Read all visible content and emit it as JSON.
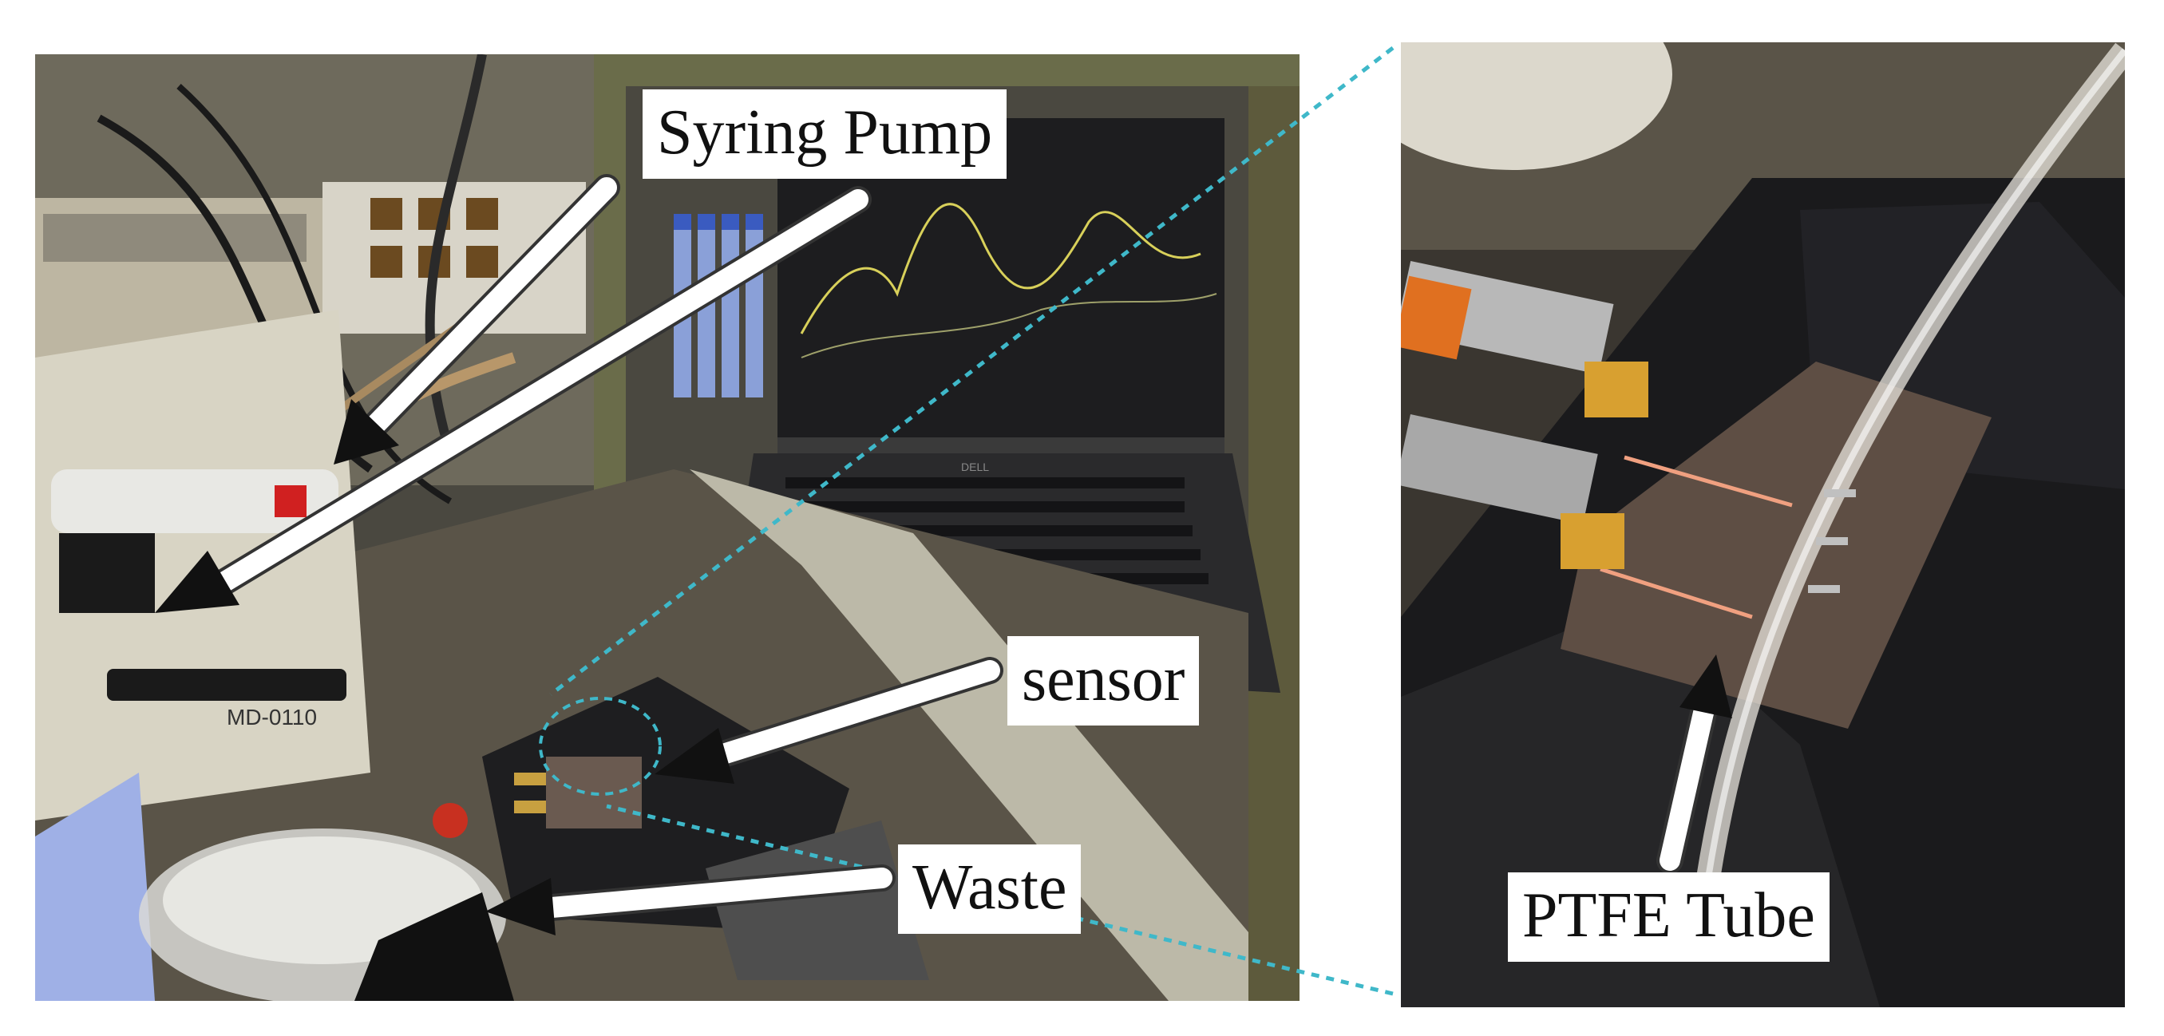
{
  "labels": {
    "syringe_pump": "Syring Pump",
    "sensor": "sensor",
    "waste": "Waste",
    "ptfe_tube": "PTFE Tube"
  },
  "device_text": {
    "pump_model": "MD-0110",
    "laptop_brand": "DELL"
  },
  "colors": {
    "callout_bg": "#ffffff",
    "arrow_fill": "#ffffff",
    "arrow_head": "#111111",
    "zoom_line": "#3fb8c9"
  }
}
